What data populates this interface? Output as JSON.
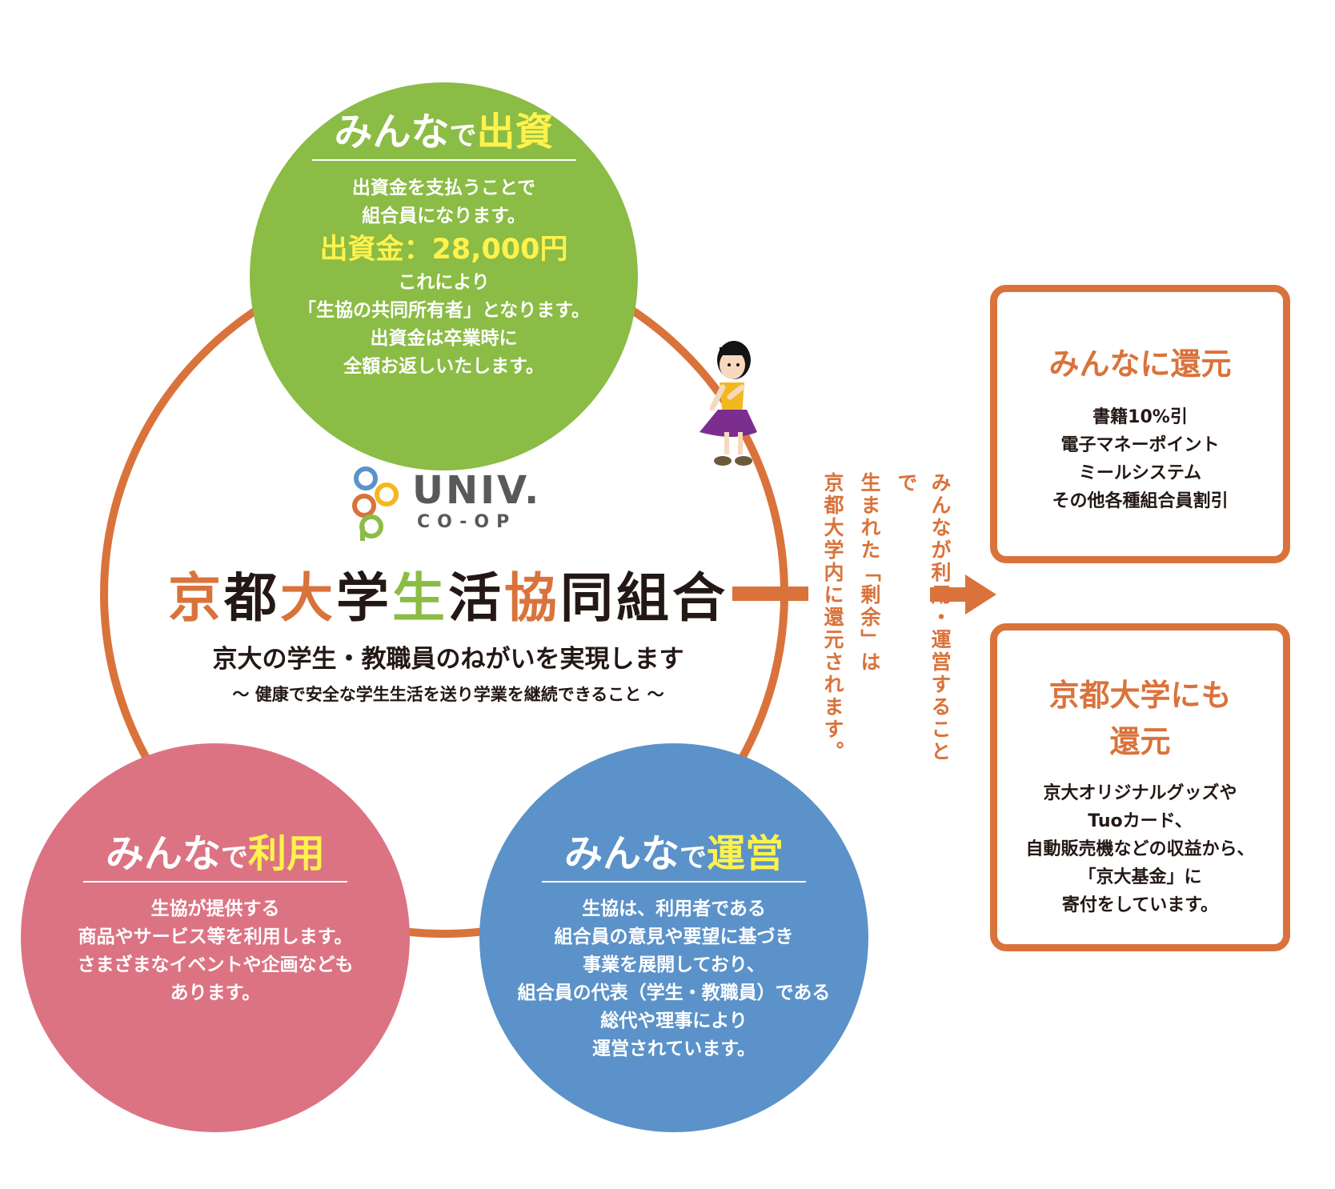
{
  "colors": {
    "orange": "#d9733b",
    "green": "#8bbc45",
    "pink": "#dc7383",
    "blue": "#5b92c9",
    "yellow": "#fff24d",
    "text": "#231815"
  },
  "logo": {
    "word": "UNIV.",
    "sub": "CO-OP",
    "icon": "coop-rings-icon"
  },
  "center": {
    "title_chars": [
      {
        "ch": "京",
        "tone": "orange"
      },
      {
        "ch": "都",
        "tone": "black"
      },
      {
        "ch": "大",
        "tone": "orange"
      },
      {
        "ch": "学",
        "tone": "black"
      },
      {
        "ch": "生",
        "tone": "green"
      },
      {
        "ch": "活",
        "tone": "black"
      },
      {
        "ch": "協",
        "tone": "orange"
      },
      {
        "ch": "同",
        "tone": "black"
      },
      {
        "ch": "組",
        "tone": "black"
      },
      {
        "ch": "合",
        "tone": "black"
      }
    ],
    "subtitle": "京大の学生・教職員のねがいを実現します",
    "tagline": "〜 健康で安全な学生生活を送り学業を継続できること 〜"
  },
  "invest": {
    "title_pre": "みんな",
    "title_de": "で",
    "title_key": "出資",
    "line1": "出資金を支払うことで",
    "line2": "組合員になります。",
    "amount": "出資金：28,000円",
    "line3": "これにより",
    "line4": "「生協の共同所有者」となります。",
    "line5": "出資金は卒業時に",
    "line6": "全額お返しいたします。"
  },
  "use": {
    "title_pre": "みんな",
    "title_de": "で",
    "title_key": "利用",
    "lines": [
      "生協が提供する",
      "商品やサービス等を利用します。",
      "さまざまなイベントや企画なども",
      "あります。"
    ]
  },
  "operate": {
    "title_pre": "みんな",
    "title_de": "で",
    "title_key": "運営",
    "lines": [
      "生協は、利用者である",
      "組合員の意見や要望に基づき",
      "事業を展開しており、",
      "組合員の代表（学生・教職員）である",
      "総代や理事により",
      "運営されています。"
    ]
  },
  "flow_text": {
    "col1": "みんなが利用・運営することで",
    "col2": "生まれた「剰余」は",
    "col3": "京都大学内に還元されます。"
  },
  "return_members": {
    "title": "みんなに還元",
    "lines": [
      "書籍10%引",
      "電子マネーポイント",
      "ミールシステム",
      "その他各種組合員割引"
    ]
  },
  "return_university": {
    "title_line1": "京都大学にも",
    "title_line2": "還元",
    "lines": [
      "京大オリジナルグッズや",
      "Tuoカード、",
      "自動販売機などの収益から、",
      "「京大基金」に",
      "寄付をしています。"
    ]
  }
}
